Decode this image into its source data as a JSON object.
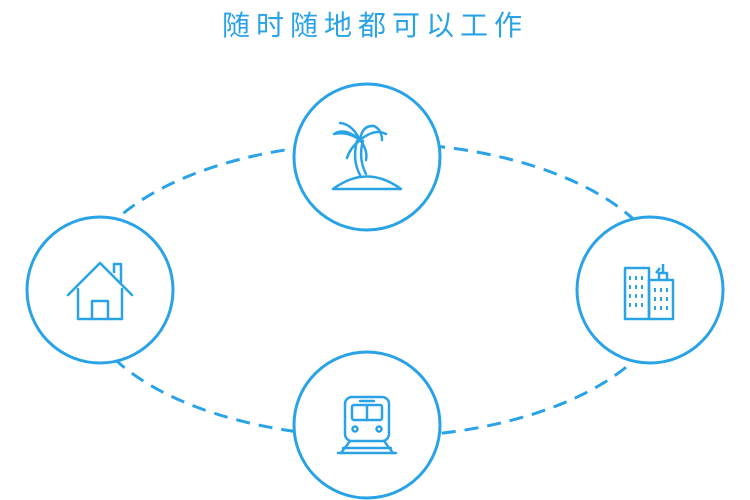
{
  "title": "随时随地都可以工作",
  "colors": {
    "accent": "#2aa3e6",
    "background": "#ffffff"
  },
  "nodes": [
    {
      "id": "beach",
      "icon": "palm-island-icon"
    },
    {
      "id": "home",
      "icon": "house-icon"
    },
    {
      "id": "office",
      "icon": "office-buildings-icon"
    },
    {
      "id": "transit",
      "icon": "train-icon"
    }
  ]
}
